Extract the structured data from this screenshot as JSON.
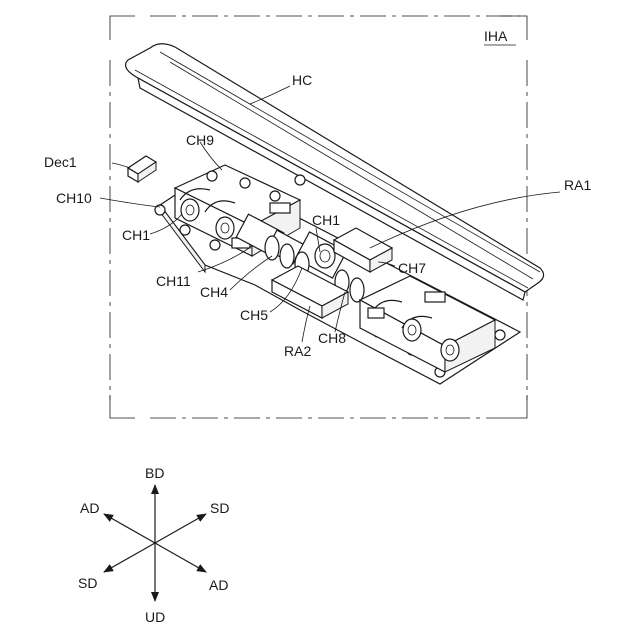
{
  "figure": {
    "frame_label": "IHA",
    "labels": {
      "hc": "HC",
      "dec1": "Dec1",
      "ch9": "CH9",
      "ch10": "CH10",
      "ch1_left": "CH1",
      "ch1_center": "CH1",
      "ch11": "CH11",
      "ch4": "CH4",
      "ch5": "CH5",
      "ra2": "RA2",
      "ch8": "CH8",
      "ch7": "CH7",
      "ra1": "RA1"
    }
  },
  "compass": {
    "up": "BD",
    "down": "UD",
    "upper_left": "AD",
    "lower_right": "AD",
    "upper_right": "SD",
    "lower_left": "SD"
  }
}
